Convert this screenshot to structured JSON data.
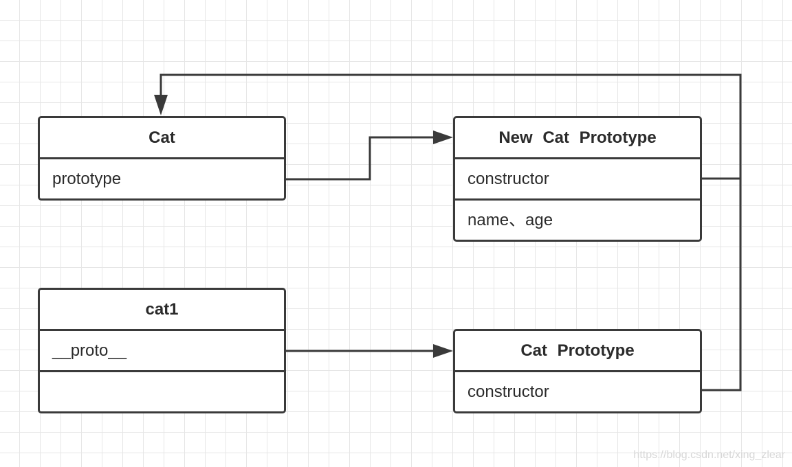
{
  "diagram": {
    "nodes": {
      "cat": {
        "title": "Cat",
        "fields": [
          "prototype"
        ]
      },
      "new_cat_prototype": {
        "title": "New  Cat  Prototype",
        "fields": [
          "constructor",
          "name、age"
        ]
      },
      "cat1": {
        "title": "cat1",
        "fields": [
          "__proto__",
          ""
        ]
      },
      "cat_prototype": {
        "title": "Cat  Prototype",
        "fields": [
          "constructor"
        ]
      }
    },
    "edges": [
      {
        "from": "cat.prototype",
        "to": "new_cat_prototype"
      },
      {
        "from": "cat1.__proto__",
        "to": "cat_prototype"
      },
      {
        "from": "new_cat_prototype.constructor",
        "to": "cat"
      },
      {
        "from": "cat_prototype.constructor",
        "to": "cat"
      }
    ],
    "line_color": "#3a3a3a",
    "grid_color": "#e6e6e6"
  },
  "watermark": "https://blog.csdn.net/xing_zlear"
}
